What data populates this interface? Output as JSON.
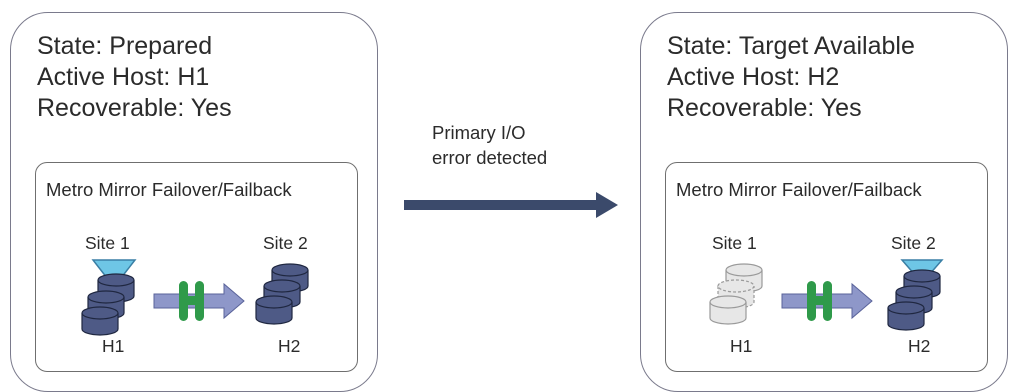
{
  "left_panel": {
    "state": "State: Prepared",
    "active_host": "Active Host: H1",
    "recoverable": "Recoverable: Yes",
    "session_title": "Metro Mirror Failover/Failback",
    "site1_label": "Site 1",
    "site2_label": "Site 2",
    "host1_label": "H1",
    "host2_label": "H2"
  },
  "right_panel": {
    "state": "State: Target Available",
    "active_host": "Active Host: H2",
    "recoverable": "Recoverable: Yes",
    "session_title": "Metro Mirror Failover/Failback",
    "site1_label": "Site 1",
    "site2_label": "Site 2",
    "host1_label": "H1",
    "host2_label": "H2"
  },
  "transition": {
    "line1": "Primary I/O",
    "line2": "error detected"
  },
  "colors": {
    "disk_active": "#4e5a86",
    "disk_inactive": "#e7e7e7",
    "host_marker": "#6ec6e6",
    "mirror_link": "#2f9a4a",
    "copy_arrow": "#8e97c9",
    "transition_arrow": "#3b4a6b"
  }
}
